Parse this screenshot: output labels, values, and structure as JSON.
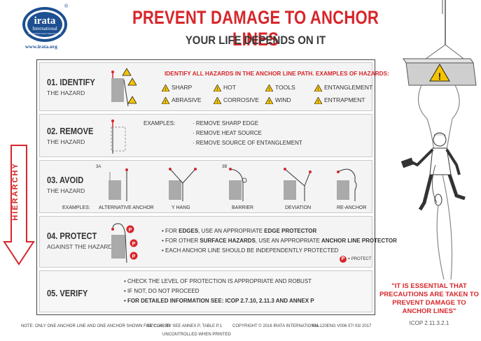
{
  "header": {
    "logo_top": "irata",
    "logo_mid": "International",
    "logo_small": "Industrial Rope Access Trade Association",
    "logo_reg": "®",
    "website": "www.irata.org",
    "title": "PREVENT DAMAGE TO ANCHOR LINES",
    "subtitle": "YOUR LIFE DEPENDS ON IT"
  },
  "hierarchy_label": "HIERARCHY",
  "sections": {
    "identify": {
      "title": "01. IDENTIFY",
      "subtitle": "THE HAZARD",
      "heading": "IDENTIFY ALL HAZARDS IN THE ANCHOR LINE PATH. EXAMPLES OF HAZARDS:",
      "hazards": [
        "SHARP",
        "HOT",
        "TOOLS",
        "ENTANGLEMENT",
        "ABRASIVE",
        "CORROSIVE",
        "WIND",
        "ENTRAPMENT"
      ]
    },
    "remove": {
      "title": "02. REMOVE",
      "subtitle": "THE HAZARD",
      "examples_label": "EXAMPLES:",
      "items": [
        "· REMOVE SHARP EDGE",
        "· REMOVE HEAT SOURCE",
        "· REMOVE SOURCE OF ENTANGLEMENT"
      ]
    },
    "avoid": {
      "title": "03. AVOID",
      "subtitle": "THE HAZARD",
      "label_3a": "3a",
      "label_3b": "3b",
      "examples_label": "EXAMPLES:",
      "options": [
        "ALTERNATIVE ANCHOR",
        "Y HANG",
        "BARRIER",
        "DEVIATION",
        "RE-ANCHOR"
      ]
    },
    "protect": {
      "title": "04. PROTECT",
      "subtitle": "AGAINST THE HAZARD",
      "lines": [
        {
          "pre": "• FOR ",
          "bold": "EDGES",
          "post": ", USE AN APPROPRIATE ",
          "bold2": "EDGE PROTECTOR"
        },
        {
          "pre": "• FOR OTHER ",
          "bold": "SURFACE HAZARDS",
          "post": ", USE AN APPROPRIATE ",
          "bold2": "ANCHOR LINE PROTECTOR"
        },
        {
          "pre": "• EACH ANCHOR LINE SHOULD BE INDEPENDENTLY PROTECTED",
          "bold": "",
          "post": "",
          "bold2": ""
        }
      ],
      "legend_letter": "P",
      "legend_text": "= PROTECT"
    },
    "verify": {
      "title": "05. VERIFY",
      "lines": [
        "• CHECK THE LEVEL OF PROTECTION IS APPROPRIATE AND ROBUST",
        "• IF NOT, DO NOT PROCEED",
        "• FOR DETAILED INFORMATION SEE: ICOP 2.7.10, 2.11.3 AND ANNEX P"
      ]
    }
  },
  "quote": "\"IT IS ESSENTIAL THAT PRECAUTIONS ARE TAKEN TO PREVENT DAMAGE TO ANCHOR LINES\"",
  "quote_ref": "ICOP 2.11.3.2.1",
  "footer": {
    "note": "NOTE: ONLY ONE ANCHOR LINE AND ONE ANCHOR SHOWN FOR CLARITY",
    "key": "KEY: 3a, 3b: SEE ANNEX P, TABLE P.1",
    "copyright": "COPYRIGHT © 2016 IRATA INTERNATIONAL",
    "code": "FM-120ENG V006 07/ 03/ 2017",
    "uncontrolled": "UNCONTROLLED WHEN PRINTED"
  },
  "colors": {
    "accent_red": "#d7262b",
    "logo_blue": "#1d4f91",
    "warning_yellow": "#f5c400"
  }
}
